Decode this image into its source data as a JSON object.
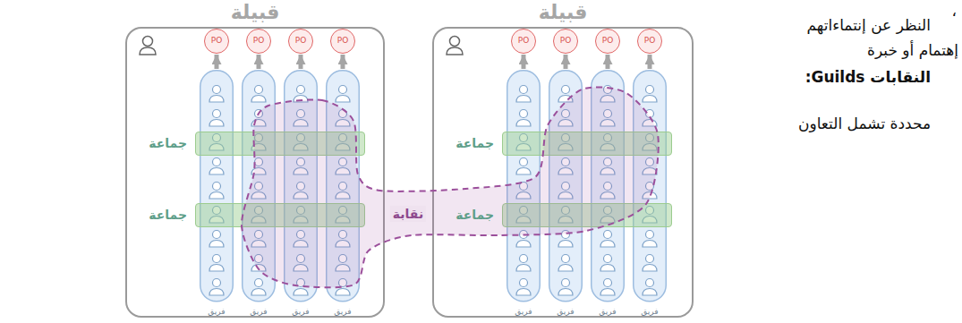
{
  "diagram": {
    "nodes": [
      {
        "text": [
          "قبيلة"
        ]
      },
      {
        "text": [
          "PO"
        ],
        "in": 0
      },
      {
        "text": [
          "PO"
        ],
        "in": 0
      },
      {
        "text": [
          "PO"
        ],
        "in": 0
      },
      {
        "text": [
          "PO"
        ],
        "in": 0
      },
      {
        "text": [
          "فريق"
        ],
        "in": 0
      },
      {
        "text": [
          "فريق"
        ],
        "in": 0
      },
      {
        "text": [
          "فريق"
        ],
        "in": 0
      },
      {
        "text": [
          "فريق"
        ],
        "in": 0
      },
      {
        "text": [
          "جماعة"
        ],
        "in": 0
      },
      {
        "text": [
          "جماعة"
        ],
        "in": 0
      },
      {
        "text": [
          "قبيلة"
        ]
      },
      {
        "text": [
          "PO"
        ],
        "in": 11
      },
      {
        "text": [
          "PO"
        ],
        "in": 11
      },
      {
        "text": [
          "PO"
        ],
        "in": 11
      },
      {
        "text": [
          "PO"
        ],
        "in": 11
      },
      {
        "text": [
          "فريق"
        ],
        "in": 11
      },
      {
        "text": [
          "فريق"
        ],
        "in": 11
      },
      {
        "text": [
          "فريق"
        ],
        "in": 11
      },
      {
        "text": [
          "فريق"
        ],
        "in": 11
      },
      {
        "text": [
          "جماعة"
        ],
        "in": 11
      },
      {
        "text": [
          "جماعة"
        ],
        "in": 11
      },
      {
        "text": [
          "نقابة"
        ]
      }
    ],
    "edges": [
      {
        "from": 5,
        "to": 1,
        "arrow": "to"
      },
      {
        "from": 6,
        "to": 2,
        "arrow": "to"
      },
      {
        "from": 7,
        "to": 3,
        "arrow": "to"
      },
      {
        "from": 8,
        "to": 4,
        "arrow": "to"
      },
      {
        "from": 16,
        "to": 12,
        "arrow": "to"
      },
      {
        "from": 17,
        "to": 13,
        "arrow": "to"
      },
      {
        "from": 18,
        "to": 14,
        "arrow": "to"
      },
      {
        "from": 19,
        "to": 15,
        "arrow": "to"
      }
    ],
    "labels": [
      "،",
      "النظر عن إنتماءاتهم",
      "إهتمام أو خبرة",
      "النقابات Guilds:",
      "محددة تشمل التعاون"
    ]
  }
}
